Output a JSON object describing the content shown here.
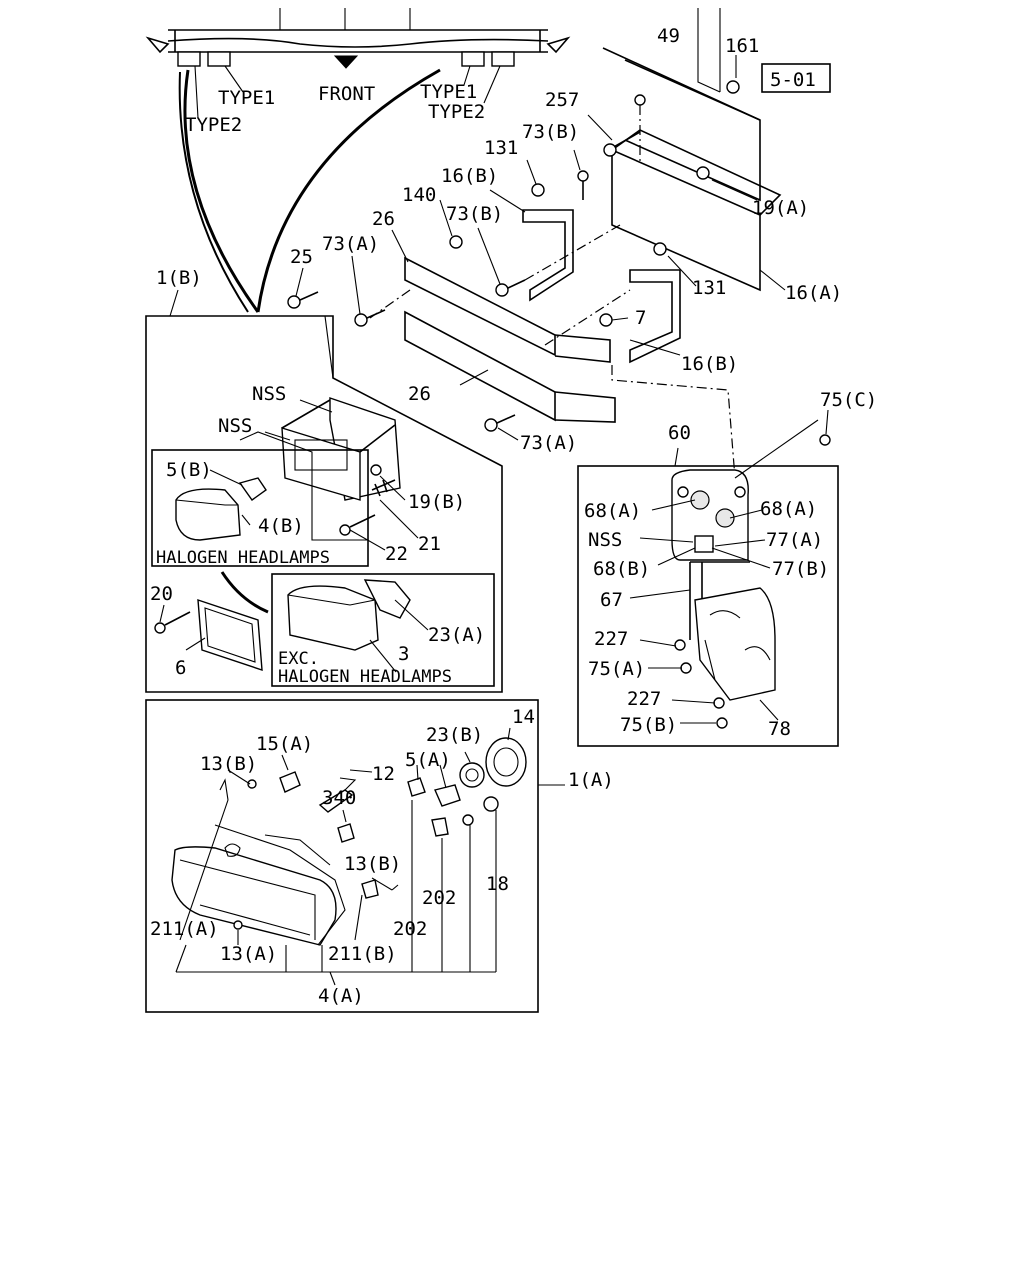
{
  "callouts": [
    {
      "id": "c49",
      "text": "49"
    },
    {
      "id": "c161",
      "text": "161"
    },
    {
      "id": "c257",
      "text": "257"
    },
    {
      "id": "c73b_1",
      "text": "73(B)"
    },
    {
      "id": "c131_1",
      "text": "131"
    },
    {
      "id": "c16b_1",
      "text": "16(B)"
    },
    {
      "id": "c140",
      "text": "140"
    },
    {
      "id": "c73b_2",
      "text": "73(B)"
    },
    {
      "id": "c26_1",
      "text": "26"
    },
    {
      "id": "c19a",
      "text": "19(A)"
    },
    {
      "id": "c25",
      "text": "25"
    },
    {
      "id": "c73a_1",
      "text": "73(A)"
    },
    {
      "id": "c1b",
      "text": "1(B)"
    },
    {
      "id": "c131_2",
      "text": "131"
    },
    {
      "id": "c16a",
      "text": "16(A)"
    },
    {
      "id": "c7",
      "text": "7"
    },
    {
      "id": "c16b_2",
      "text": "16(B)"
    },
    {
      "id": "c26_2",
      "text": "26"
    },
    {
      "id": "cnss1",
      "text": "NSS"
    },
    {
      "id": "cnss2",
      "text": "NSS"
    },
    {
      "id": "c73a_2",
      "text": "73(A)"
    },
    {
      "id": "c75c",
      "text": "75(C)"
    },
    {
      "id": "c60",
      "text": "60"
    },
    {
      "id": "c5b",
      "text": "5(B)"
    },
    {
      "id": "c19b",
      "text": "19(B)"
    },
    {
      "id": "c4b",
      "text": "4(B)"
    },
    {
      "id": "c21",
      "text": "21"
    },
    {
      "id": "c22",
      "text": "22"
    },
    {
      "id": "c68a_1",
      "text": "68(A)"
    },
    {
      "id": "c68a_2",
      "text": "68(A)"
    },
    {
      "id": "cnss3",
      "text": "NSS"
    },
    {
      "id": "c77a",
      "text": "77(A)"
    },
    {
      "id": "c68b",
      "text": "68(B)"
    },
    {
      "id": "c77b",
      "text": "77(B)"
    },
    {
      "id": "c67",
      "text": "67"
    },
    {
      "id": "c20",
      "text": "20"
    },
    {
      "id": "c23a",
      "text": "23(A)"
    },
    {
      "id": "c3",
      "text": "3"
    },
    {
      "id": "c6",
      "text": "6"
    },
    {
      "id": "c227_1",
      "text": "227"
    },
    {
      "id": "c75a",
      "text": "75(A)"
    },
    {
      "id": "c227_2",
      "text": "227"
    },
    {
      "id": "c75b",
      "text": "75(B)"
    },
    {
      "id": "c78",
      "text": "78"
    },
    {
      "id": "c14",
      "text": "14"
    },
    {
      "id": "c15a",
      "text": "15(A)"
    },
    {
      "id": "c23b",
      "text": "23(B)"
    },
    {
      "id": "c13b_1",
      "text": "13(B)"
    },
    {
      "id": "c5a",
      "text": "5(A)"
    },
    {
      "id": "c12",
      "text": "12"
    },
    {
      "id": "c1a",
      "text": "1(A)"
    },
    {
      "id": "c340",
      "text": "340"
    },
    {
      "id": "c13b_2",
      "text": "13(B)"
    },
    {
      "id": "c202_1",
      "text": "202"
    },
    {
      "id": "c18",
      "text": "18"
    },
    {
      "id": "c211a",
      "text": "211(A)"
    },
    {
      "id": "c202_2",
      "text": "202"
    },
    {
      "id": "c13a",
      "text": "13(A)"
    },
    {
      "id": "c211b",
      "text": "211(B)"
    },
    {
      "id": "c4a",
      "text": "4(A)"
    }
  ],
  "labels": {
    "type1_left": "TYPE1",
    "type2_left": "TYPE2",
    "front": "FRONT",
    "type1_right": "TYPE1",
    "type2_right": "TYPE2",
    "ref_box": "5-01",
    "halogen_headlamps": "HALOGEN HEADLAMPS",
    "exc_line1": "EXC.",
    "exc_line2": "HALOGEN HEADLAMPS"
  }
}
